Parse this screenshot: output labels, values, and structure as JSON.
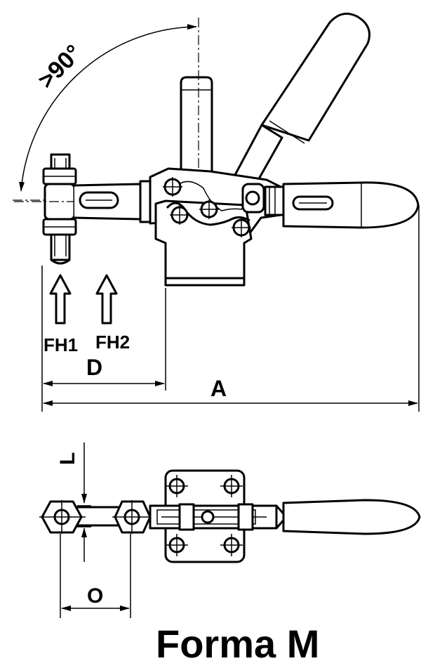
{
  "labels": {
    "angle": ">90°",
    "fh1": "FH1",
    "fh2": "FH2",
    "d": "D",
    "a": "A",
    "l": "L",
    "o": "O",
    "title": "Forma M"
  },
  "colors": {
    "ink": "#000000",
    "paper": "#ffffff"
  }
}
